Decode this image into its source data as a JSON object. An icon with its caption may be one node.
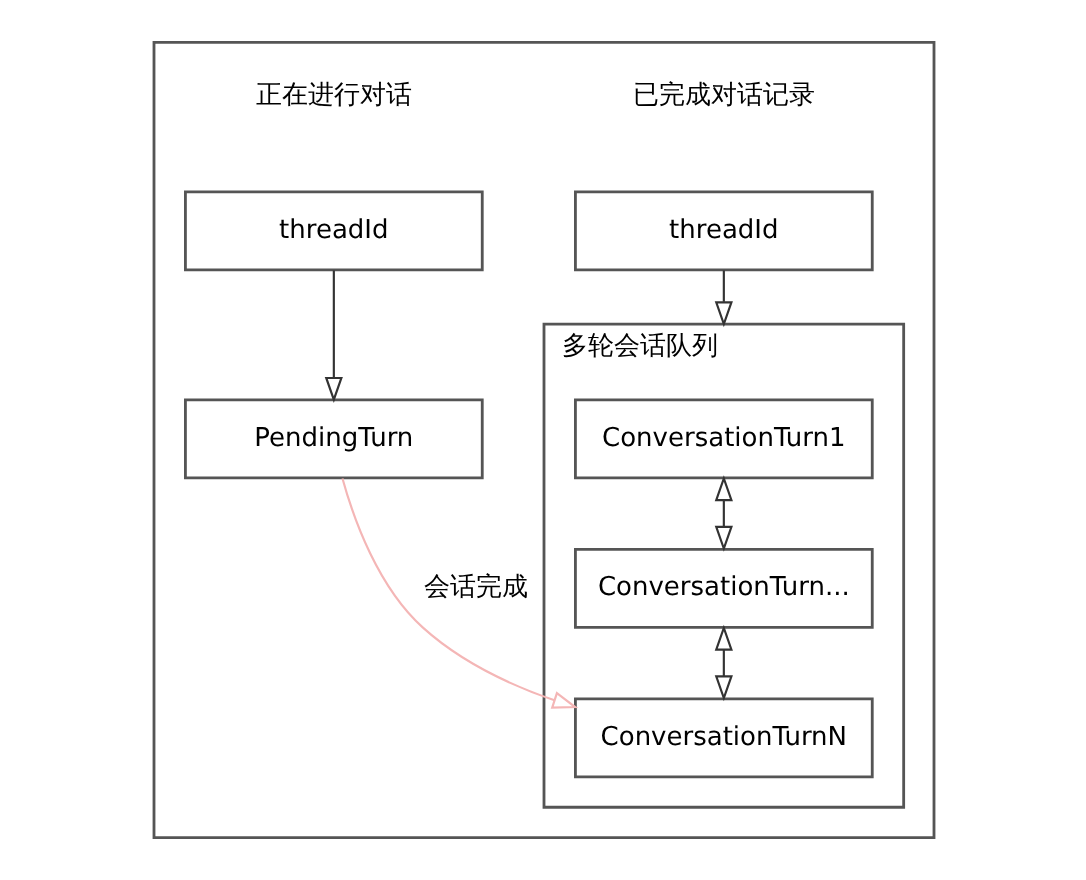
{
  "diagram": {
    "nodes": [
      {
        "text": [],
        "shape": "box"
      },
      {
        "text": [
          "threadId"
        ],
        "in": 0
      },
      {
        "text": [
          "多轮会话队列"
        ],
        "in": 0
      },
      {
        "text": [
          "ConversationTurn1"
        ],
        "in": 2
      },
      {
        "text": [
          "ConversationTurn..."
        ],
        "in": 2
      },
      {
        "text": [
          "ConversationTurnN"
        ],
        "in": 2
      },
      {
        "text": [
          "threadId"
        ],
        "in": 0
      },
      {
        "text": [
          "PendingTurn"
        ],
        "in": 0
      }
    ],
    "edges": [
      {
        "from": 1,
        "to": 2,
        "arrow": "to"
      },
      {
        "from": 3,
        "to": 4,
        "arrow": "both"
      },
      {
        "from": 4,
        "to": 5,
        "arrow": "both"
      },
      {
        "from": 6,
        "to": 7,
        "arrow": "to"
      },
      {
        "from": 7,
        "to": 5,
        "arrow": "to",
        "label": "会话完成",
        "color": "#f4b6b6"
      }
    ],
    "labels": [
      "已完成对话记录",
      "正在进行对话"
    ]
  }
}
